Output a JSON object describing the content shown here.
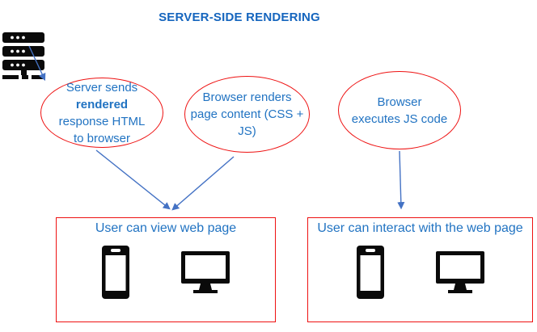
{
  "title": "SERVER-SIDE RENDERING",
  "colors": {
    "title_blue": "#1565BE",
    "text_blue": "#2173C2",
    "shape_red": "#EE1111",
    "arrow_blue": "#4472C4",
    "icon_black": "#0A0A0A",
    "bg": "#FFFFFF"
  },
  "icons": {
    "server": "server-stack",
    "phone": "smartphone",
    "monitor": "desktop-monitor"
  },
  "ellipses": [
    {
      "name": "server-sends-rendered-html",
      "lines": [
        "Server sends",
        "rendered",
        "response HTML",
        "to browser"
      ],
      "emphasis_line": 1
    },
    {
      "name": "browser-renders-page-content",
      "lines": [
        "Browser renders",
        "page content (CSS +",
        "JS)"
      ]
    },
    {
      "name": "browser-executes-js",
      "lines": [
        "Browser",
        "executes JS code"
      ]
    }
  ],
  "boxes": [
    {
      "name": "user-can-view-web-page",
      "label": "User can view web page"
    },
    {
      "name": "user-can-interact-web-page",
      "label": "User can interact with the web page"
    }
  ]
}
